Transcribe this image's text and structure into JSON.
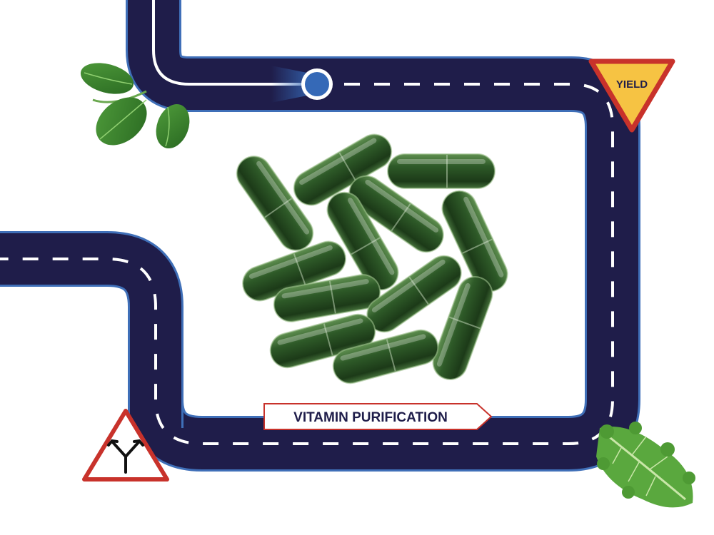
{
  "signs": {
    "yield": "YIELD",
    "fork_icon": "fork-arrow-icon"
  },
  "banner": {
    "label": "VITAMIN PURIFICATION"
  },
  "road": {
    "marker_icon": "position-dot-icon"
  },
  "colors": {
    "road": "#1f1d4a",
    "road_edge": "#3f6fb8",
    "lane_line": "#ffffff",
    "yield_fill": "#f6c343",
    "sign_border": "#c8322b",
    "marker": "#3569b7",
    "capsule": "#2f5a2a"
  },
  "decorations": [
    "spinach-leaves",
    "kale-leaf",
    "green-capsules"
  ]
}
